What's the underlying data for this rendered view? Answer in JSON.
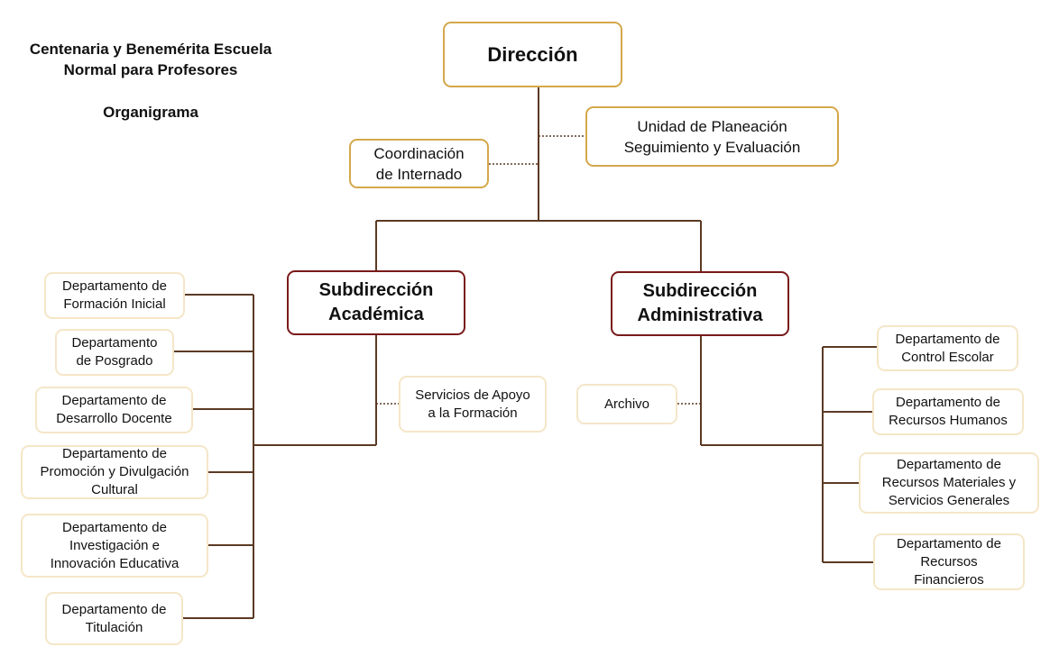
{
  "header": {
    "institution": "Centenaria y Benemérita Escuela\nNormal para Profesores",
    "subtitle": "Organigrama"
  },
  "colors": {
    "line": "#5b3a24",
    "gold_border": "#d4a84a",
    "light_border": "#f5e6c8",
    "maroon_border": "#7a1a1a"
  },
  "nodes": {
    "direccion": "Dirección",
    "planeacion": "Unidad de Planeación\nSeguimiento y Evaluación",
    "internado": "Coordinación\nde Internado",
    "sub_academica": "Subdirección\nAcadémica",
    "sub_administrativa": "Subdirección\nAdministrativa",
    "apoyo_formacion": "Servicios de Apoyo\na la Formación",
    "archivo": "Archivo",
    "academic_departments": [
      "Departamento de\nFormación Inicial",
      "Departamento\nde Posgrado",
      "Departamento de\nDesarrollo Docente",
      "Departamento de\nPromoción y Divulgación\nCultural",
      "Departamento de\nInvestigación e\nInnovación Educativa",
      "Departamento de\nTitulación"
    ],
    "admin_departments": [
      "Departamento de\nControl Escolar",
      "Departamento de\nRecursos Humanos",
      "Departamento de\nRecursos Materiales y\nServicios Generales",
      "Departamento de\nRecursos\nFinancieros"
    ]
  }
}
